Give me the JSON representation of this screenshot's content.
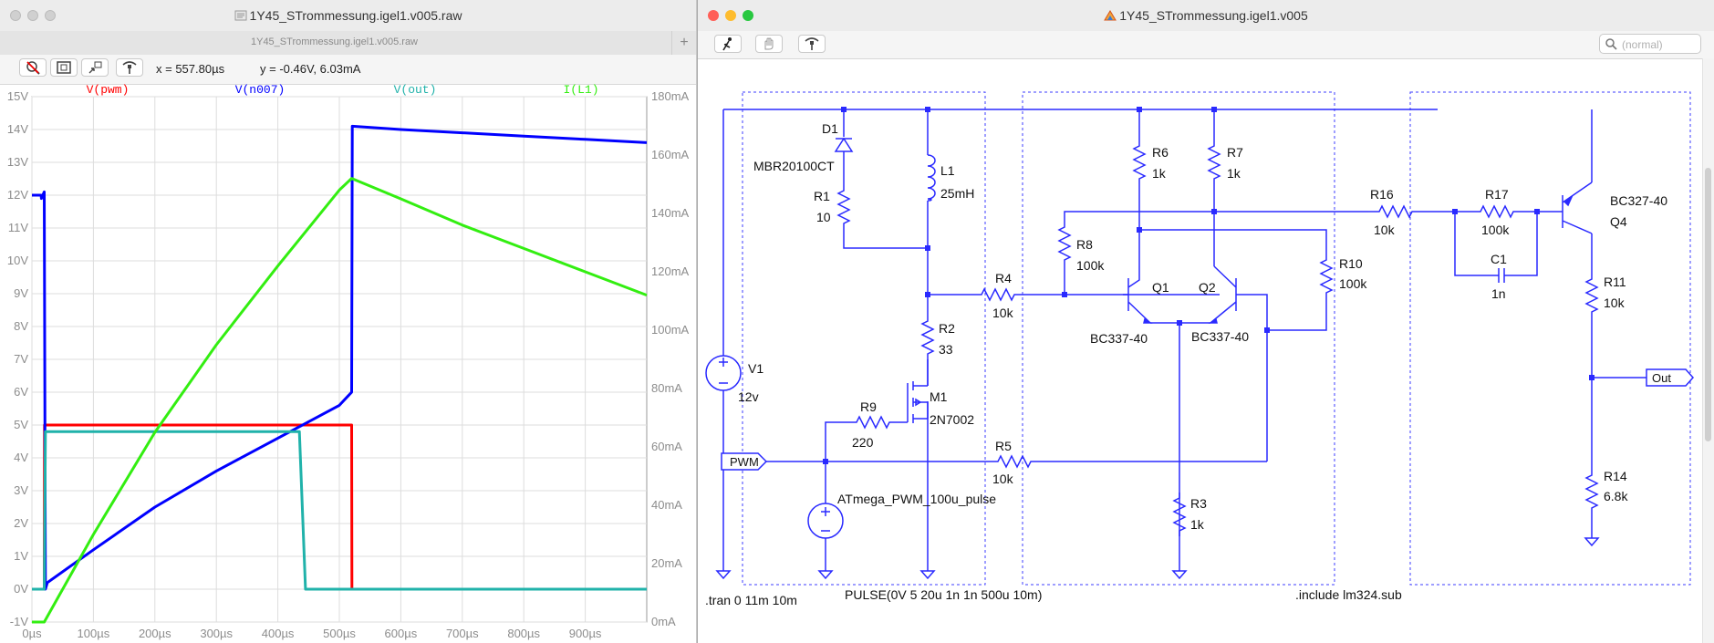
{
  "plot_window": {
    "title": "1Y45_STrommessung.igel1.v005.raw",
    "tab_title": "1Y45_STrommessung.igel1.v005.raw",
    "new_tab_label": "+",
    "cursor_x": "x = 557.80µs",
    "cursor_y": "y = -0.46V, 6.03mA",
    "toolbar_icons": [
      "clear-probe-icon",
      "zoom-fit-icon",
      "autoscale-icon",
      "probe-icon"
    ]
  },
  "chart_data": {
    "type": "line",
    "x_unit": "µs",
    "xlim": [
      0,
      1000
    ],
    "x_ticks": [
      "0µs",
      "100µs",
      "200µs",
      "300µs",
      "400µs",
      "500µs",
      "600µs",
      "700µs",
      "800µs",
      "900µs"
    ],
    "left_axis": {
      "unit": "V",
      "ylim": [
        -1,
        15
      ],
      "ticks": [
        "-1V",
        "0V",
        "1V",
        "2V",
        "3V",
        "4V",
        "5V",
        "6V",
        "7V",
        "8V",
        "9V",
        "10V",
        "11V",
        "12V",
        "13V",
        "14V",
        "15V"
      ]
    },
    "right_axis": {
      "unit": "mA",
      "ylim": [
        0,
        180
      ],
      "ticks": [
        "0mA",
        "20mA",
        "40mA",
        "60mA",
        "80mA",
        "100mA",
        "120mA",
        "140mA",
        "160mA",
        "180mA"
      ]
    },
    "series": [
      {
        "name": "V(pwm)",
        "color": "#ff0000",
        "axis": "left",
        "x": [
          0,
          20,
          20.5,
          520,
          520.5,
          1000
        ],
        "y": [
          0,
          0,
          5,
          5,
          0,
          0
        ]
      },
      {
        "name": "V(n007)",
        "color": "#0000ff",
        "axis": "left",
        "x": [
          0,
          15,
          15.5,
          20,
          22,
          25,
          100,
          200,
          300,
          400,
          500,
          520,
          521,
          600,
          700,
          800,
          900,
          1000
        ],
        "y": [
          12,
          12,
          11.9,
          12.1,
          0,
          0.2,
          1.2,
          2.5,
          3.6,
          4.6,
          5.6,
          6.0,
          14.1,
          14.0,
          13.9,
          13.8,
          13.7,
          13.6
        ]
      },
      {
        "name": "V(out)",
        "color": "#20b2aa",
        "axis": "left",
        "x": [
          0,
          20,
          22,
          435,
          445,
          1000
        ],
        "y": [
          0,
          0,
          4.8,
          4.8,
          0,
          0
        ]
      },
      {
        "name": "I(L1)",
        "color": "#33ee11",
        "axis": "right",
        "x": [
          0,
          20,
          100,
          200,
          300,
          400,
          500,
          520,
          600,
          700,
          800,
          900,
          1000
        ],
        "y": [
          0,
          0,
          30,
          65,
          95,
          122,
          148,
          152,
          145,
          136,
          128,
          120,
          112
        ]
      }
    ]
  },
  "schematic_window": {
    "title": "1Y45_STrommessung.igel1.v005",
    "search_placeholder": "(normal)",
    "toolbar_icons": [
      "run-icon",
      "halt-icon",
      "probe-icon"
    ],
    "labels": {
      "d1": "D1",
      "d1_val": "MBR20100CT",
      "l1": "L1",
      "l1_val": "25mH",
      "r1": "R1",
      "r1_val": "10",
      "r2": "R2",
      "r2_val": "33",
      "r3": "R3",
      "r3_val": "1k",
      "r4": "R4",
      "r4_val": "10k",
      "r5": "R5",
      "r5_val": "10k",
      "r6": "R6",
      "r6_val": "1k",
      "r7": "R7",
      "r7_val": "1k",
      "r8": "R8",
      "r8_val": "100k",
      "r9": "R9",
      "r9_val": "220",
      "r10": "R10",
      "r10_val": "100k",
      "r11": "R11",
      "r11_val": "10k",
      "r14": "R14",
      "r14_val": "6.8k",
      "r16": "R16",
      "r16_val": "10k",
      "r17": "R17",
      "r17_val": "100k",
      "c1": "C1",
      "c1_val": "1n",
      "m1": "M1",
      "m1_val": "2N7002",
      "q1": "Q1",
      "q1_val": "BC337-40",
      "q2": "Q2",
      "q2_val": "BC337-40",
      "q4": "Q4",
      "q4_val": "BC327-40",
      "v1": "V1",
      "v1_val": "12v",
      "pwm_src": "ATmega_PWM_100u_pulse",
      "pwm_label": "PWM",
      "out_label": "Out",
      "tran": ".tran 0 11m 10m",
      "pulse": "PULSE(0V 5 20u 1n 1n 500u 10m)",
      "include": ".include lm324.sub"
    }
  },
  "colors": {
    "wire": "#2a2aff",
    "grid": "#dddddd",
    "axis_text": "#8c8c8c",
    "box_dash": "#3d3dff",
    "close": "#ff5f57",
    "minimize": "#febc2e",
    "zoom": "#28c840"
  }
}
